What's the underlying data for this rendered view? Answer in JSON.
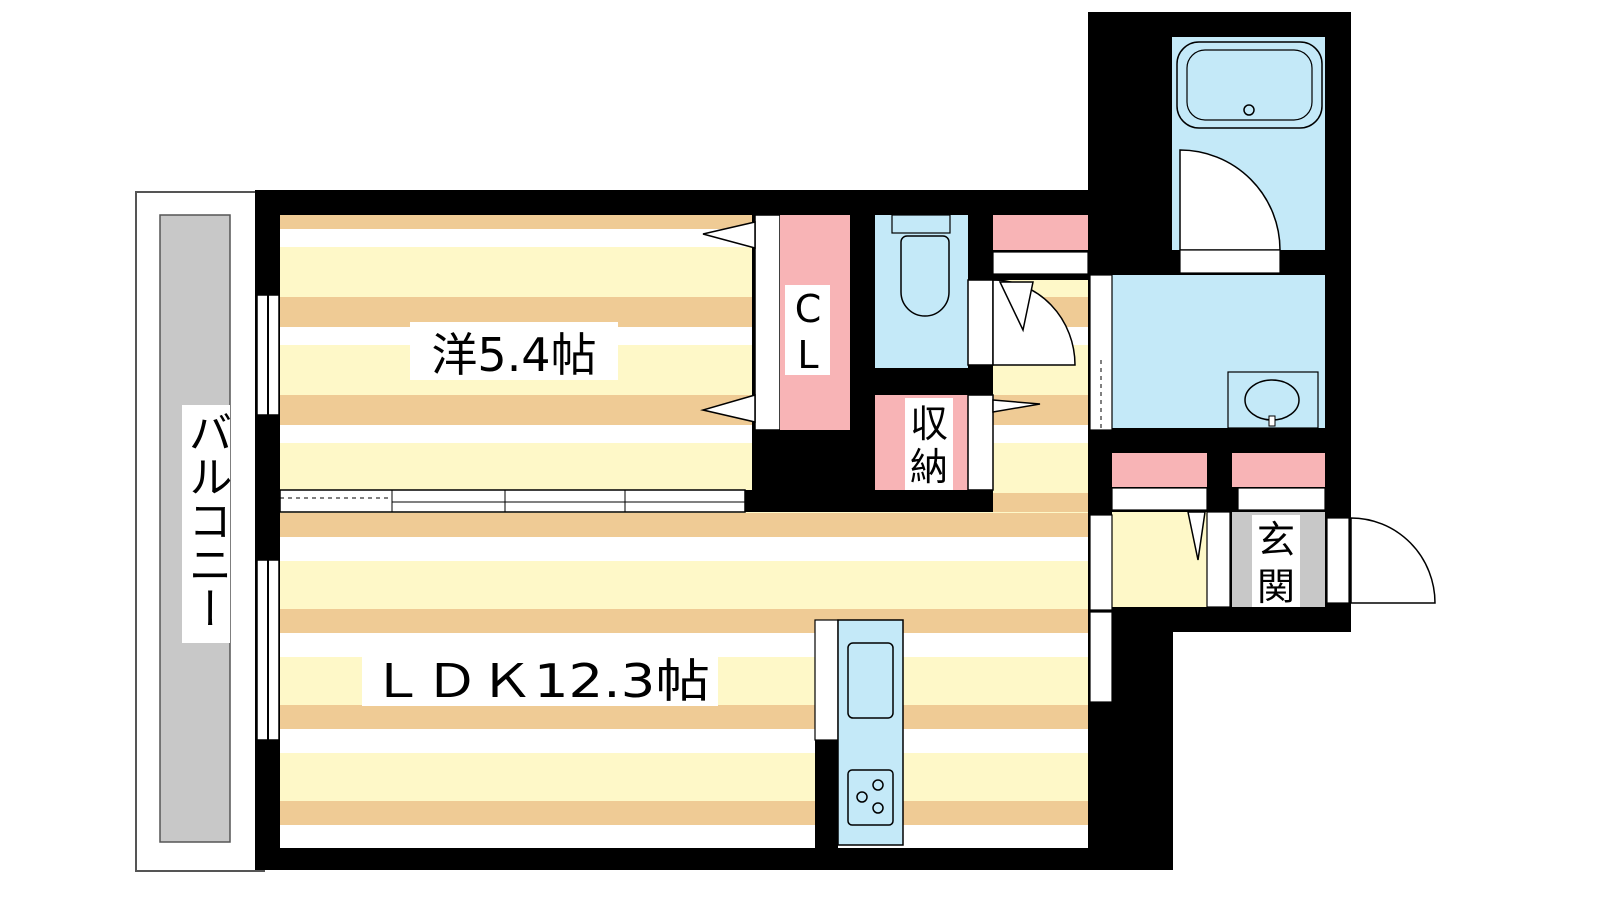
{
  "rooms": {
    "western": {
      "label": "洋5.4帖"
    },
    "ldk": {
      "label": "ＬＤＫ12.3帖"
    },
    "closet": {
      "label_line1": "C",
      "label_line2": "L"
    },
    "storage": {
      "label_line1": "収",
      "label_line2": "納"
    },
    "entrance": {
      "label_line1": "玄",
      "label_line2": "関"
    },
    "balcony": {
      "label": "バルコニー"
    }
  },
  "colors": {
    "wall": "#000000",
    "floor_yellow": "#fef8c8",
    "floor_tan": "#efcb95",
    "storage_pink": "#f8b4b6",
    "wet_blue": "#c4e9f8",
    "entrance_gray": "#c8c8c8",
    "balcony_gray": "#c8c8c8"
  }
}
